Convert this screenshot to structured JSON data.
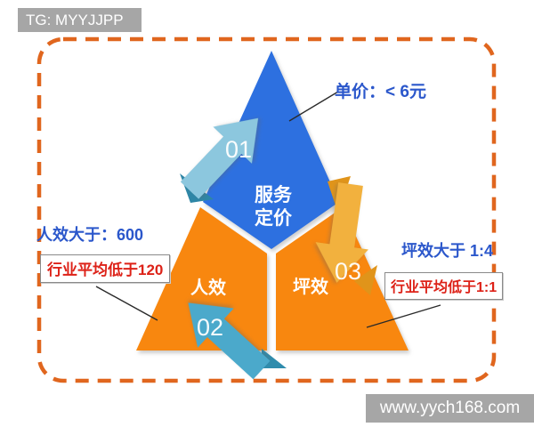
{
  "watermarks": {
    "top": "TG: MYYJJPP",
    "bottom": "www.yych168.com"
  },
  "diagram": {
    "sections": {
      "top": {
        "line1": "服务",
        "line2": "定价"
      },
      "left": {
        "label": "人效"
      },
      "right": {
        "label": "坪效"
      }
    },
    "steps": {
      "one": "01",
      "two": "02",
      "three": "03"
    },
    "callouts": {
      "price": "单价：< 6元",
      "left_title": "人效大于：600",
      "left_note": "行业平均低于120",
      "right_title": "坪效大于 1:4",
      "right_note": "行业平均低于1:1"
    },
    "colors": {
      "blue_section": "#2d70e0",
      "orange_section": "#f8870f",
      "arrow1": "#8cc7de",
      "arrow1_fold": "#2e86a6",
      "arrow2": "#4ba9cb",
      "arrow2_fold": "#2f8cad",
      "arrow3": "#f2b13e",
      "arrow3_fold": "#e0941a",
      "dash_border": "#e0661e"
    }
  }
}
